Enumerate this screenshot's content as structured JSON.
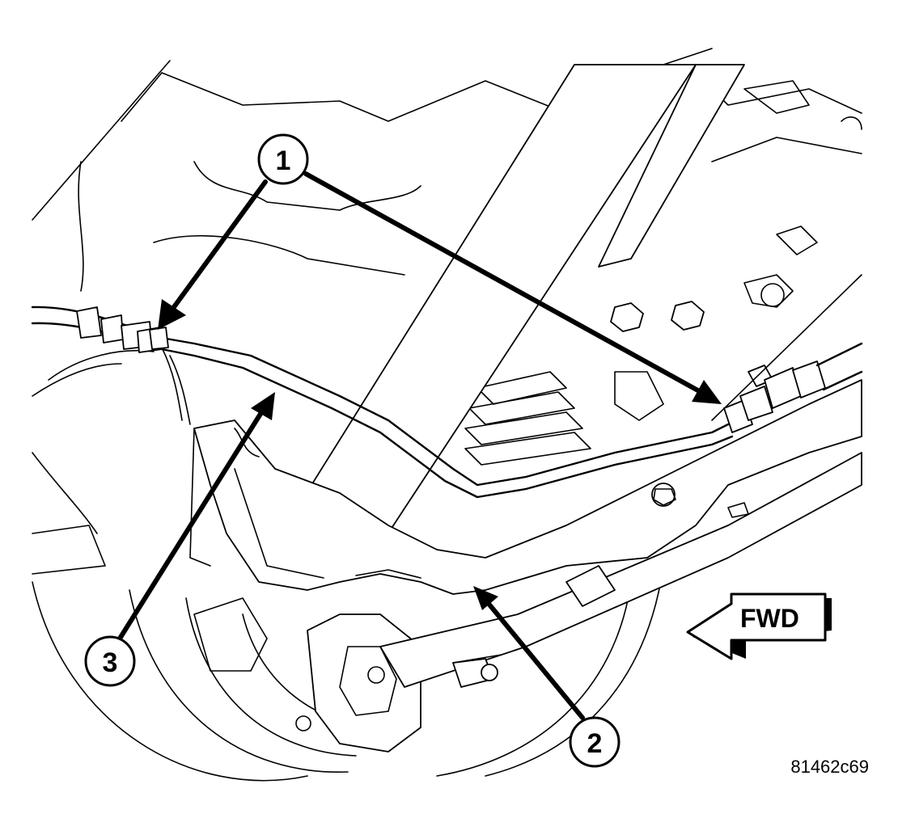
{
  "callouts": [
    {
      "label": "1"
    },
    {
      "label": "2"
    },
    {
      "label": "3"
    }
  ],
  "direction_indicator": {
    "label": "FWD"
  },
  "figure_id": "81462c69"
}
